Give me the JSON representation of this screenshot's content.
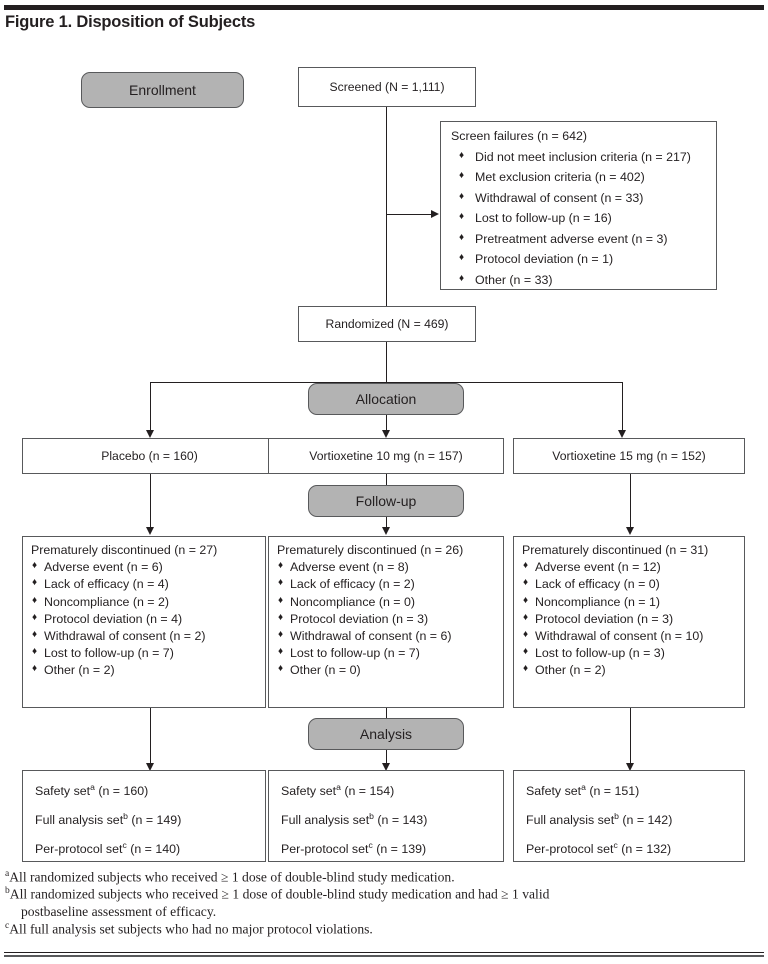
{
  "figure": {
    "title": "Figure 1. Disposition of Subjects"
  },
  "stages": {
    "enrollment": "Enrollment",
    "allocation": "Allocation",
    "followup": "Follow-up",
    "analysis": "Analysis"
  },
  "nodes": {
    "screened": "Screened (N = 1,111)",
    "randomized": "Randomized (N = 469)",
    "arm_placebo": "Placebo (n = 160)",
    "arm_vortioxetine10": "Vortioxetine 10 mg (n = 157)",
    "arm_vortioxetine15": "Vortioxetine 15 mg (n = 152)"
  },
  "screen_failures": {
    "header": "Screen failures (n = 642)",
    "bullet": "♦",
    "items": [
      "Did not meet inclusion criteria (n = 217)",
      "Met exclusion criteria (n = 402)",
      "Withdrawal of consent (n = 33)",
      "Lost to follow-up (n = 16)",
      "Pretreatment adverse event (n = 3)",
      "Protocol deviation (n = 1)",
      "Other (n = 33)"
    ]
  },
  "discontinued": [
    {
      "header": "Prematurely discontinued (n = 27)",
      "items": [
        "Adverse event (n = 6)",
        "Lack of efficacy (n = 4)",
        "Noncompliance (n = 2)",
        "Protocol deviation (n = 4)",
        "Withdrawal of consent (n = 2)",
        "Lost to follow-up (n = 7)",
        "Other (n = 2)"
      ]
    },
    {
      "header": "Prematurely discontinued (n = 26)",
      "items": [
        "Adverse event (n = 8)",
        "Lack of efficacy (n = 2)",
        "Noncompliance (n = 0)",
        "Protocol deviation (n = 3)",
        "Withdrawal of consent (n = 6)",
        "Lost to follow-up (n = 7)",
        "Other (n = 0)"
      ]
    },
    {
      "header": "Prematurely discontinued (n = 31)",
      "items": [
        "Adverse event (n = 12)",
        "Lack of efficacy (n = 0)",
        "Noncompliance (n = 1)",
        "Protocol deviation (n = 3)",
        "Withdrawal of consent (n = 10)",
        "Lost to follow-up (n = 3)",
        "Other (n = 2)"
      ]
    }
  ],
  "analysis_sets": [
    {
      "safety_label": "Safety set",
      "safety_sup": "a",
      "safety_value": " (n = 160)",
      "full_label": "Full analysis set",
      "full_sup": "b",
      "full_value": " (n = 149)",
      "pp_label": "Per-protocol set",
      "pp_sup": "c",
      "pp_value": " (n = 140)"
    },
    {
      "safety_label": "Safety set",
      "safety_sup": "a",
      "safety_value": " (n = 154)",
      "full_label": "Full analysis set",
      "full_sup": "b",
      "full_value": " (n = 143)",
      "pp_label": "Per-protocol set",
      "pp_sup": "c",
      "pp_value": " (n = 139)"
    },
    {
      "safety_label": "Safety set",
      "safety_sup": "a",
      "safety_value": " (n = 151)",
      "full_label": "Full analysis set",
      "full_sup": "b",
      "full_value": " (n = 142)",
      "pp_label": "Per-protocol set",
      "pp_sup": "c",
      "pp_value": " (n = 132)"
    }
  ],
  "footnotes": {
    "a_sup": "a",
    "a_text": "All randomized subjects who received ≥ 1 dose of double-blind study medication.",
    "b_sup": "b",
    "b_text": "All randomized subjects who received ≥ 1 dose of double-blind study medication and had ≥ 1 valid",
    "b_cont": "postbaseline assessment of efficacy.",
    "c_sup": "c",
    "c_text": "All full analysis set subjects who had no major protocol violations."
  },
  "colors": {
    "ink": "#231f20",
    "stage_fill": "#b3b3b3",
    "box_border": "#58595b"
  }
}
